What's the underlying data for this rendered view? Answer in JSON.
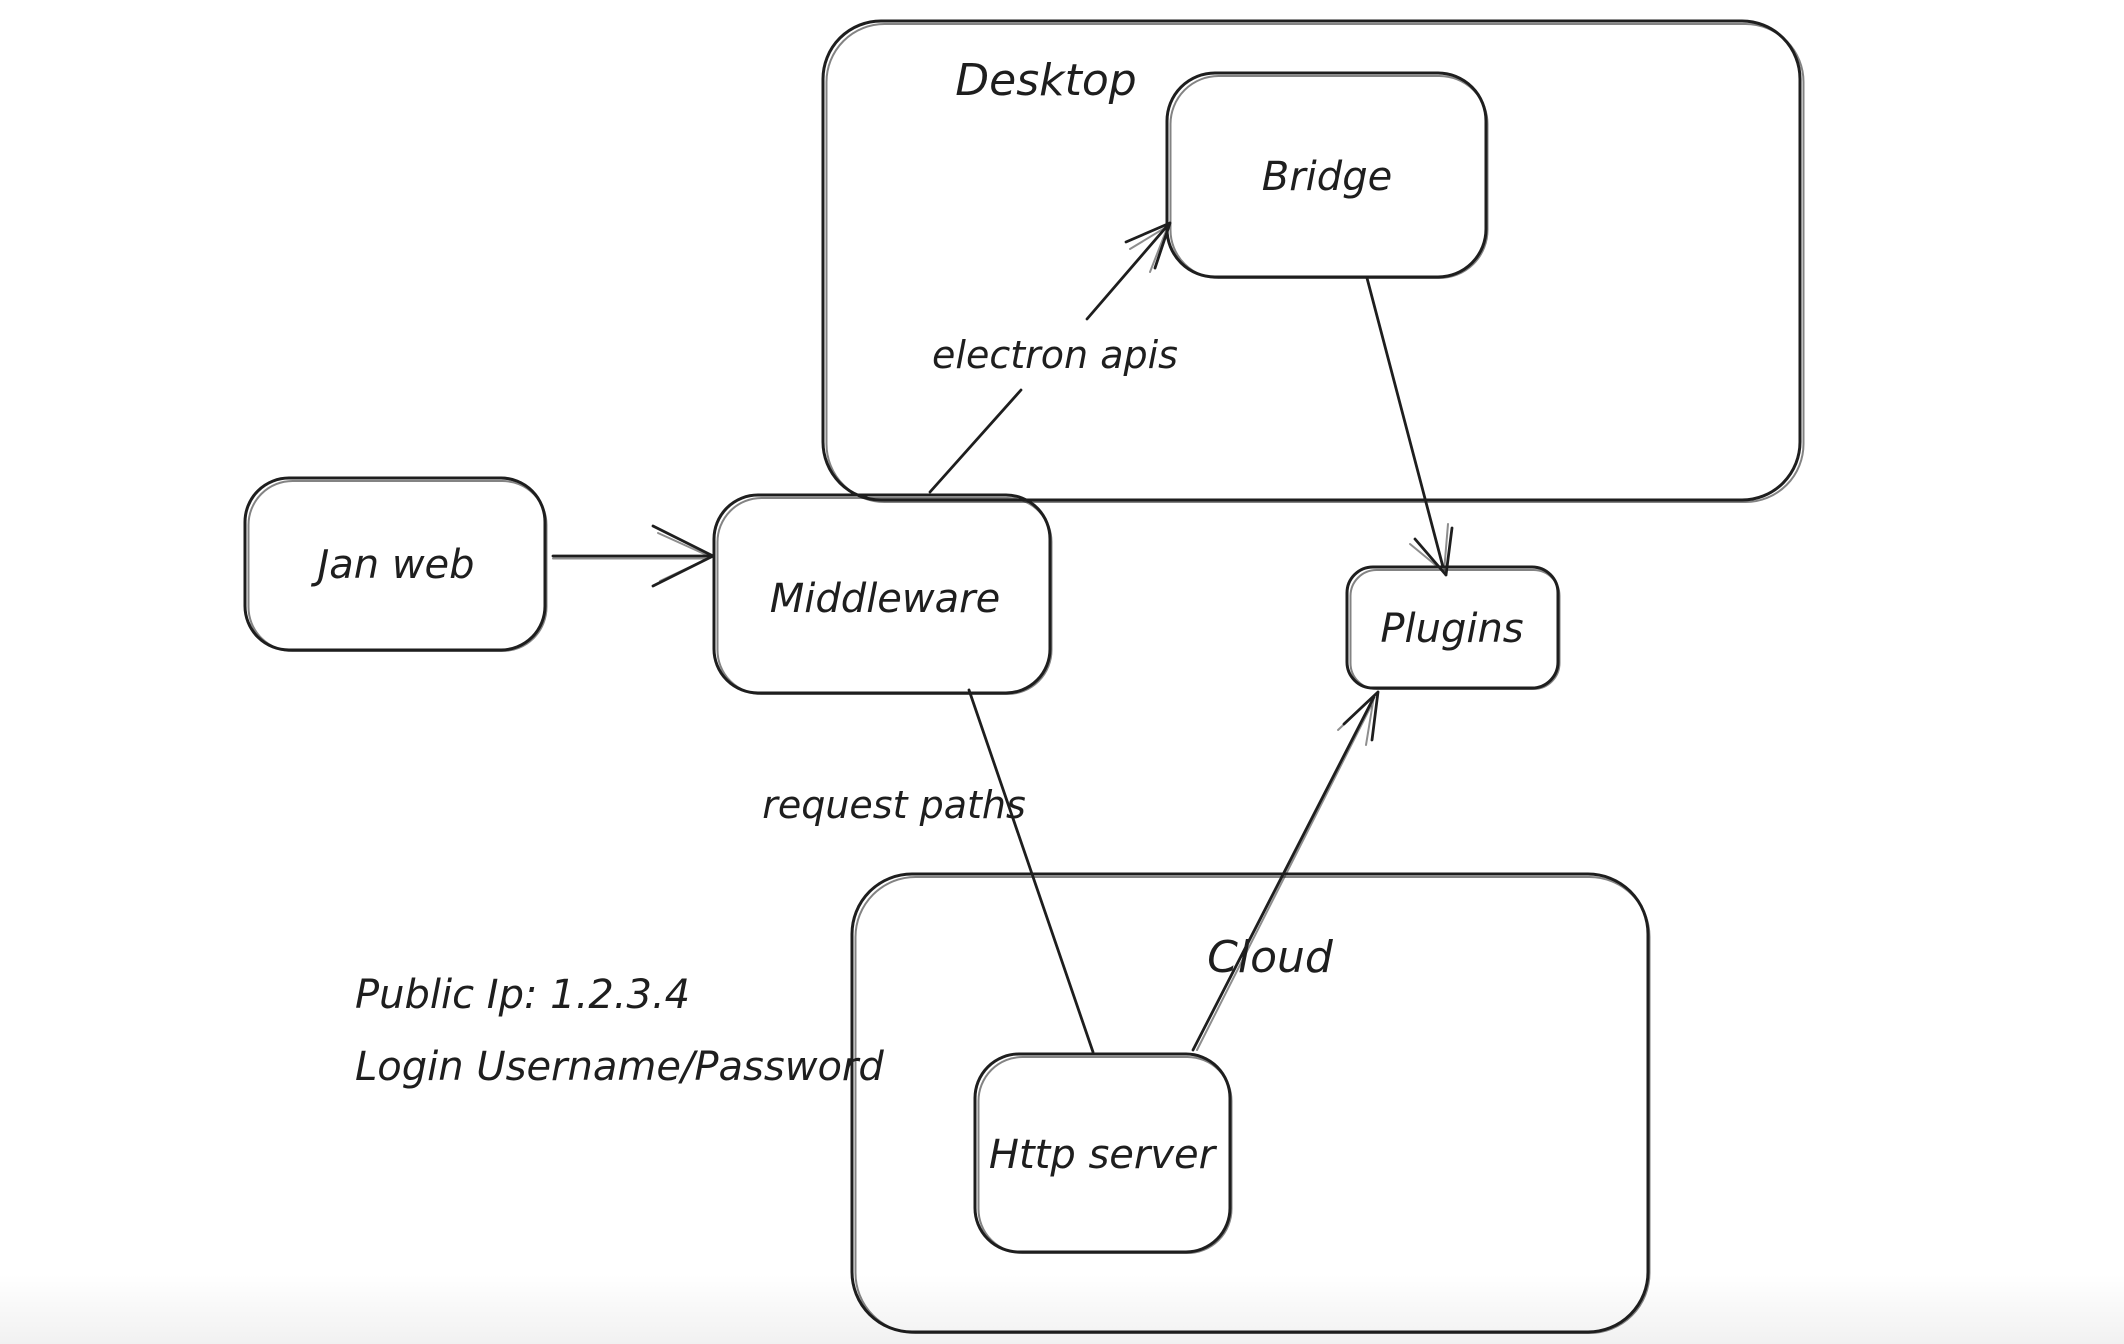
{
  "diagram": {
    "background": "#ffffff",
    "stroke_color": "#1e1e1e",
    "containers": [
      {
        "id": "desktop",
        "label": "Desktop"
      },
      {
        "id": "cloud",
        "label": "Cloud"
      }
    ],
    "nodes": [
      {
        "id": "jan-web",
        "label": "Jan web"
      },
      {
        "id": "middleware",
        "label": "Middleware"
      },
      {
        "id": "bridge",
        "label": "Bridge"
      },
      {
        "id": "plugins",
        "label": "Plugins"
      },
      {
        "id": "http-server",
        "label": "Http server"
      }
    ],
    "edges": [
      {
        "id": "janweb-to-middleware",
        "from": "jan-web",
        "to": "middleware",
        "label": ""
      },
      {
        "id": "middleware-to-bridge",
        "from": "middleware",
        "to": "bridge",
        "label": "electron apis"
      },
      {
        "id": "bridge-to-plugins",
        "from": "bridge",
        "to": "plugins",
        "label": ""
      },
      {
        "id": "middleware-to-http",
        "from": "middleware",
        "to": "http-server",
        "label": "request paths"
      },
      {
        "id": "http-to-plugins",
        "from": "http-server",
        "to": "plugins",
        "label": ""
      }
    ],
    "annotations": [
      {
        "id": "public-ip",
        "text": "Public Ip: 1.2.3.4"
      },
      {
        "id": "login",
        "text": "Login Username/Password"
      }
    ]
  }
}
